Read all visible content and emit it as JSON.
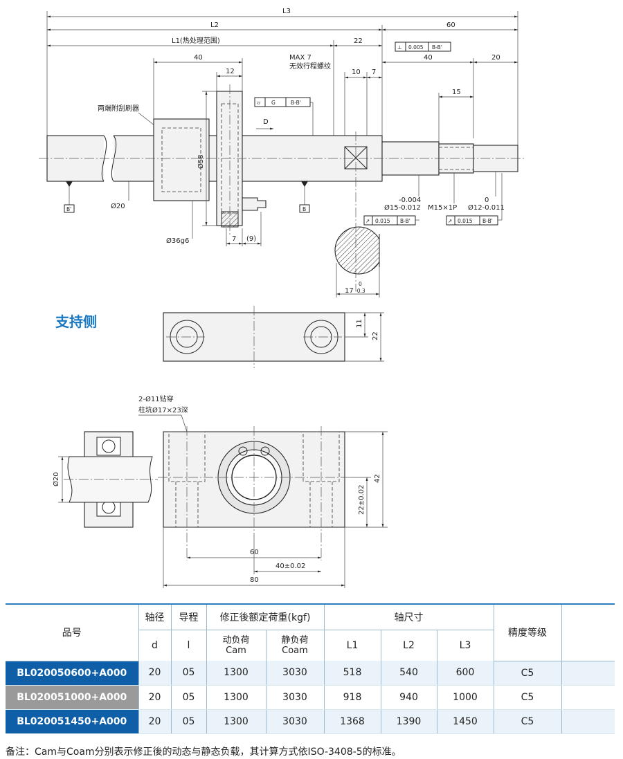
{
  "drawing": {
    "dims": {
      "L3": "L3",
      "L2": "L2",
      "L1": "L1(热处理范围)",
      "d60": "60",
      "d22": "22",
      "d40a": "40",
      "d12": "12",
      "d40b": "40",
      "d20": "20",
      "max7": "MAX 7",
      "thread_note": "无效行程螺纹",
      "d10": "10",
      "d7": "7",
      "d15": "15",
      "phi58": "Ø58",
      "phi20": "Ø20",
      "phi36": "Ø36g6",
      "d7b": "7",
      "d9": "(9)",
      "wiper": "两端附刮刷器",
      "D": "D",
      "tol_a": "-0.004",
      "phi15": "Ø15-0.012",
      "m15": "M15×1P",
      "tol_b": "0",
      "phi12": "Ø12-0.011",
      "key_tol_top": "0",
      "key_17": "17",
      "key_tol_bot": "-0.3"
    },
    "tolerances": {
      "perp_val": "0.005",
      "perp_ref": "B-B'",
      "g_val": "G",
      "g_ref": "B-B'",
      "run1_val": "0.015",
      "run1_ref": "B-B'",
      "run2_val": "0.015",
      "run2_ref": "B-B'"
    },
    "datums": {
      "b_prime": "B'",
      "b": "B"
    },
    "support": {
      "title": "支持侧",
      "d11": "11",
      "d22": "22",
      "hole_note1": "2-Ø11钻穿",
      "hole_note2": "柱坑Ø17×23深",
      "phi20": "Ø20",
      "d42": "42",
      "d22tol": "22±0.02",
      "d60": "60",
      "d40tol": "40±0.02",
      "d80": "80"
    }
  },
  "table": {
    "headers": {
      "part_no": "品号",
      "shaft_dia": "轴径",
      "lead": "导程",
      "load": "修正後额定荷重(kgf)",
      "shaft_size": "轴尺寸",
      "grade": "精度等级",
      "d": "d",
      "l": "l",
      "cam_1": "动负荷",
      "cam_2": "Cam",
      "coam_1": "静负荷",
      "coam_2": "Coam",
      "L1": "L1",
      "L2": "L2",
      "L3": "L3"
    },
    "rows": [
      {
        "part_no": "BL020050600+A000",
        "d": "20",
        "l": "05",
        "cam": "1300",
        "coam": "3030",
        "L1": "518",
        "L2": "540",
        "L3": "600",
        "grade": "C5"
      },
      {
        "part_no": "BL020051000+A000",
        "d": "20",
        "l": "05",
        "cam": "1300",
        "coam": "3030",
        "L1": "918",
        "L2": "940",
        "L3": "1000",
        "grade": "C5"
      },
      {
        "part_no": "BL020051450+A000",
        "d": "20",
        "l": "05",
        "cam": "1300",
        "coam": "3030",
        "L1": "1368",
        "L2": "1390",
        "L3": "1450",
        "grade": "C5"
      }
    ]
  },
  "note": "备注：Cam与Coam分别表示修正後的动态与静态负载，其计算方式依ISO-3408-5的标准。",
  "colors": {
    "accent": "#1a78c2",
    "row_blue": "#0e5fa8",
    "row_gray": "#9a9a9a",
    "row_tint": "#eaf3fa"
  }
}
